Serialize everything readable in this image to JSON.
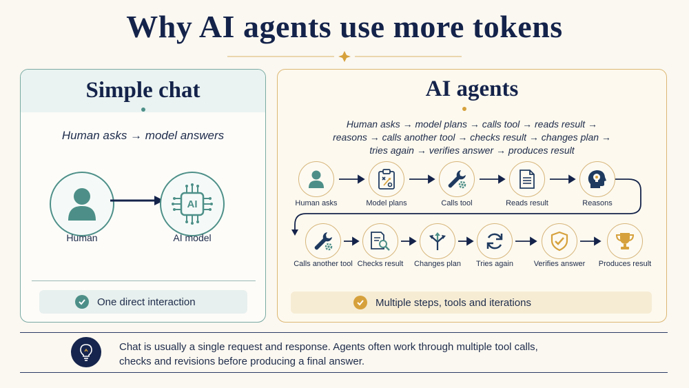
{
  "title": "Why AI agents use more tokens",
  "simple_chat": {
    "title": "Simple chat",
    "flow": "Human asks → model answers",
    "human_label": "Human",
    "model_label": "AI model",
    "ai_chip_text": "AI",
    "badge": "One direct interaction"
  },
  "ai_agents": {
    "title": "AI agents",
    "flow_lines": [
      "Human asks → model plans → calls tool → reads result →",
      "reasons → calls another tool → checks result → changes plan →",
      "tries again → verifies answer → produces result"
    ],
    "steps_row1": [
      {
        "label": "Human asks",
        "icon": "person-icon"
      },
      {
        "label": "Model plans",
        "icon": "clipboard-plan-icon"
      },
      {
        "label": "Calls tool",
        "icon": "wrench-gear-icon"
      },
      {
        "label": "Reads result",
        "icon": "document-icon"
      },
      {
        "label": "Reasons",
        "icon": "head-lightbulb-icon"
      }
    ],
    "steps_row2": [
      {
        "label": "Calls another tool",
        "icon": "wrench-gear-icon"
      },
      {
        "label": "Checks result",
        "icon": "document-magnifier-icon"
      },
      {
        "label": "Changes plan",
        "icon": "branch-arrows-icon"
      },
      {
        "label": "Tries again",
        "icon": "refresh-icon"
      },
      {
        "label": "Verifies answer",
        "icon": "shield-check-icon"
      },
      {
        "label": "Produces result",
        "icon": "trophy-icon"
      }
    ],
    "badge": "Multiple steps, tools and iterations"
  },
  "footer": {
    "line1": "Chat is usually a single request and response. Agents often work through multiple tool calls,",
    "line2": "checks and revisions before producing a final answer."
  },
  "colors": {
    "navy": "#14234a",
    "teal": "#4d8f88",
    "gold": "#d6a13c"
  }
}
